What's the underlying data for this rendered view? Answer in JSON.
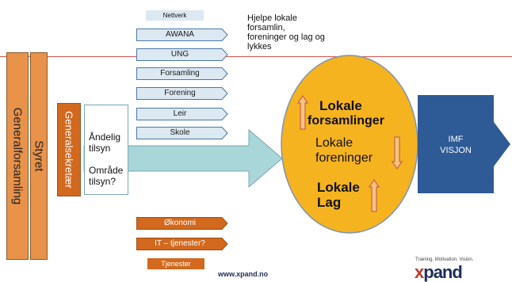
{
  "labels": {
    "generalforsamling": "Generalforsamling",
    "styret": "Styret",
    "generalsekretaer": "Generalsekretær",
    "andelig_tilsyn": "Åndelig tilsyn",
    "omrade_tilsyn": "Område tilsyn?",
    "hjelpe": "Hjelpe lokale forsamlin, foreninger og lag og lykkes"
  },
  "top_tags": {
    "nettverk": "Nettverk",
    "awana": "AWANA",
    "ung": "UNG",
    "forsamling": "Forsamling",
    "forening": "Forening",
    "leir": "Leir",
    "skole": "Skole"
  },
  "bottom_tags": {
    "okonomi": "Økonomi",
    "it": "IT – tjenester?",
    "tjenester": "Tjenester"
  },
  "oval": {
    "line1": "Lokale",
    "line2": "forsamlinger",
    "line3": "Lokale",
    "line4": "foreninger",
    "line5": "Lokale",
    "line6": "Lag"
  },
  "vision": {
    "line1": "IMF",
    "line2": "VISJON"
  },
  "footer": {
    "url": "www.xpand.no",
    "tagline": "Training. Motivation. Vision.",
    "logo": "xpand"
  },
  "colors": {
    "orange": "#d2691e",
    "light_blue": "#dce8f2",
    "teal": "#a9d7d9",
    "gold": "#f5b31f",
    "navy": "#2e5a95",
    "red_line": "#d9534f"
  }
}
